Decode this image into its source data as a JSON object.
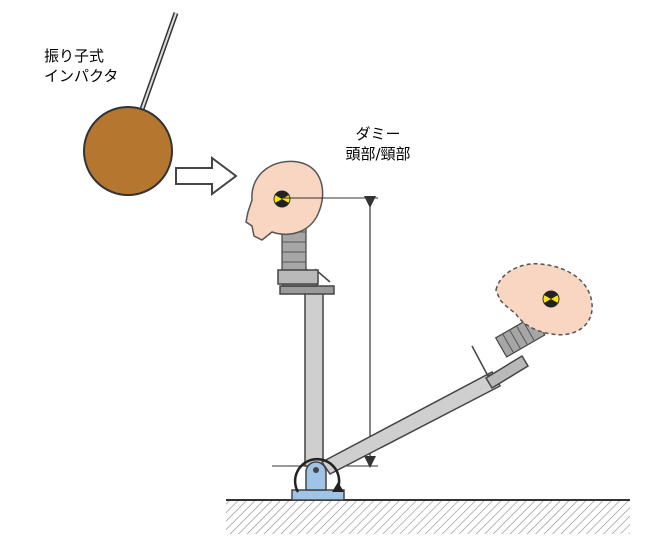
{
  "labels": {
    "impactor_line1": "振り子式",
    "impactor_line2": "インパクタ",
    "dummy_line1": "ダミー",
    "dummy_line2": "頭部/頸部"
  },
  "colors": {
    "impactor_ball": "#b5762f",
    "skin": "#f9d6c2",
    "metal": "#cfcfcf",
    "base_plate": "#9fc4e6",
    "outline": "#444444",
    "target_yellow": "#ffe600"
  }
}
